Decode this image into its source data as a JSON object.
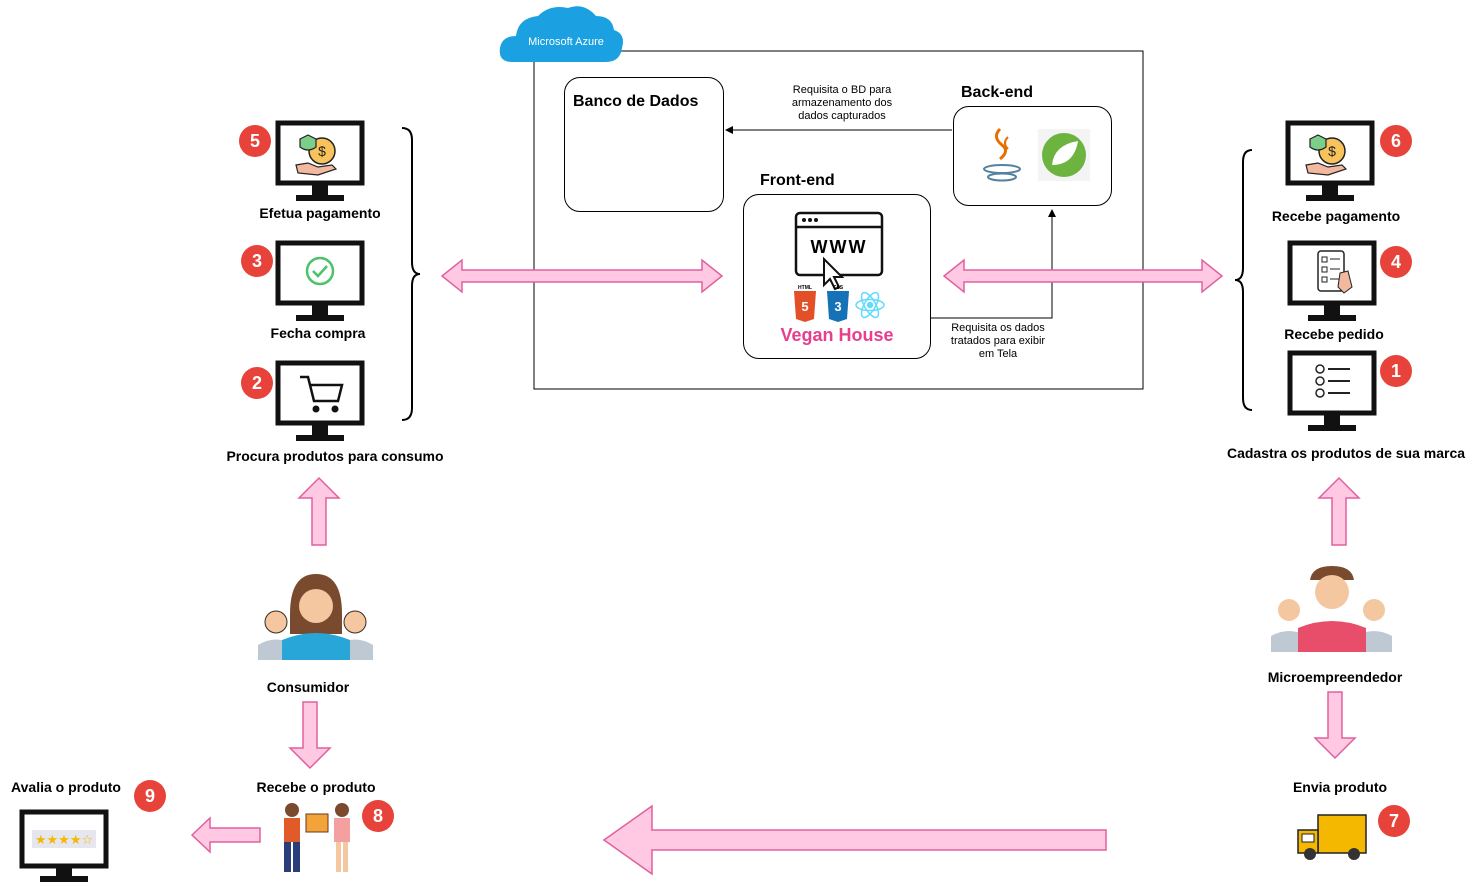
{
  "cloud": {
    "label": "Microsoft Azure"
  },
  "database": {
    "title": "Banco de Dados"
  },
  "backend": {
    "title": "Back-end"
  },
  "frontend": {
    "title": "Front-end",
    "brand": "Vegan House",
    "url_text": "WWW",
    "tech_labels": [
      "HTML",
      "CSS"
    ]
  },
  "edges": {
    "backend_to_db": [
      "Requisita o BD para",
      "armazenamento dos",
      "dados capturados"
    ],
    "frontend_to_backend": [
      "Requisita os dados",
      "tratados para exibir",
      "em Tela"
    ]
  },
  "consumer_steps": [
    {
      "badge": "5",
      "label": "Efetua pagamento"
    },
    {
      "badge": "3",
      "label": "Fecha compra"
    },
    {
      "badge": "2",
      "label": "Procura produtos para consumo"
    }
  ],
  "seller_steps": [
    {
      "badge": "6",
      "label": "Recebe pagamento"
    },
    {
      "badge": "4",
      "label": "Recebe pedido"
    },
    {
      "badge": "1",
      "label": "Cadastra os produtos de sua marca"
    }
  ],
  "actors": {
    "consumer": "Consumidor",
    "seller": "Microempreendedor"
  },
  "bottom": {
    "send": {
      "badge": "7",
      "label": "Envia produto"
    },
    "receive": {
      "badge": "8",
      "label": "Recebe o produto"
    },
    "review": {
      "badge": "9",
      "label": "Avalia o produto"
    }
  },
  "colors": {
    "arrow_fill": "#ffc9e4",
    "arrow_stroke": "#e0609e",
    "badge": "#e8433a",
    "brand": "#e83e8c",
    "azure": "#1ba1e2"
  }
}
